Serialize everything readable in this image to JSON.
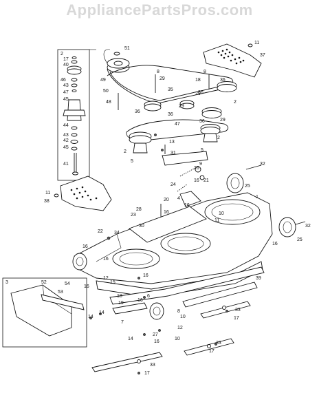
{
  "watermark": "AppliancePartsPros.com",
  "callouts": [
    {
      "id": "c51",
      "text": "51"
    },
    {
      "id": "c11a",
      "text": "11"
    },
    {
      "id": "c37",
      "text": "37"
    },
    {
      "id": "c2a",
      "text": "2"
    },
    {
      "id": "c17a",
      "text": "17"
    },
    {
      "id": "c40",
      "text": "40"
    },
    {
      "id": "c46",
      "text": "46"
    },
    {
      "id": "c43a",
      "text": "43"
    },
    {
      "id": "c47a",
      "text": "47"
    },
    {
      "id": "c45a",
      "text": "45"
    },
    {
      "id": "c49",
      "text": "49"
    },
    {
      "id": "c8a",
      "text": "8"
    },
    {
      "id": "c29a",
      "text": "29"
    },
    {
      "id": "c8b",
      "text": "8"
    },
    {
      "id": "c29b",
      "text": "29"
    },
    {
      "id": "c18",
      "text": "18"
    },
    {
      "id": "c35",
      "text": "35"
    },
    {
      "id": "c50",
      "text": "50"
    },
    {
      "id": "c48",
      "text": "48"
    },
    {
      "id": "c36a",
      "text": "36"
    },
    {
      "id": "c29c",
      "text": "29"
    },
    {
      "id": "c36b",
      "text": "36"
    },
    {
      "id": "c36c",
      "text": "36"
    },
    {
      "id": "c36d",
      "text": "36"
    },
    {
      "id": "c2b",
      "text": "2"
    },
    {
      "id": "c29d",
      "text": "29"
    },
    {
      "id": "c47b",
      "text": "47"
    },
    {
      "id": "c36e",
      "text": "36"
    },
    {
      "id": "c44",
      "text": "44"
    },
    {
      "id": "c43b",
      "text": "43"
    },
    {
      "id": "c42",
      "text": "42"
    },
    {
      "id": "c45b",
      "text": "45"
    },
    {
      "id": "c41",
      "text": "41"
    },
    {
      "id": "c2c",
      "text": "2"
    },
    {
      "id": "c13",
      "text": "13"
    },
    {
      "id": "c31",
      "text": "31"
    },
    {
      "id": "c5",
      "text": "5"
    },
    {
      "id": "c2d",
      "text": "2"
    },
    {
      "id": "c9",
      "text": "9"
    },
    {
      "id": "c26",
      "text": "26"
    },
    {
      "id": "c16a",
      "text": "16"
    },
    {
      "id": "c21",
      "text": "21"
    },
    {
      "id": "c24",
      "text": "24"
    },
    {
      "id": "c11b",
      "text": "11"
    },
    {
      "id": "c38",
      "text": "38"
    },
    {
      "id": "c32a",
      "text": "32"
    },
    {
      "id": "c25a",
      "text": "25"
    },
    {
      "id": "c1",
      "text": "1"
    },
    {
      "id": "c20",
      "text": "20"
    },
    {
      "id": "c4",
      "text": "4"
    },
    {
      "id": "c16b",
      "text": "16"
    },
    {
      "id": "c16c",
      "text": "16"
    },
    {
      "id": "c23",
      "text": "23"
    },
    {
      "id": "c28",
      "text": "28"
    },
    {
      "id": "c30",
      "text": "30"
    },
    {
      "id": "c10a",
      "text": "10"
    },
    {
      "id": "c11c",
      "text": "11"
    },
    {
      "id": "c22",
      "text": "22"
    },
    {
      "id": "c34",
      "text": "34"
    },
    {
      "id": "c16d",
      "text": "16"
    },
    {
      "id": "c16e",
      "text": "16"
    },
    {
      "id": "c32b",
      "text": "32"
    },
    {
      "id": "c25b",
      "text": "25"
    },
    {
      "id": "c16f",
      "text": "16"
    },
    {
      "id": "c39",
      "text": "39"
    },
    {
      "id": "c3",
      "text": "3"
    },
    {
      "id": "c52",
      "text": "52"
    },
    {
      "id": "c54",
      "text": "54"
    },
    {
      "id": "c16g",
      "text": "16"
    },
    {
      "id": "c53",
      "text": "53"
    },
    {
      "id": "c12a",
      "text": "12"
    },
    {
      "id": "c15",
      "text": "15"
    },
    {
      "id": "c16h",
      "text": "16"
    },
    {
      "id": "c18b",
      "text": "18"
    },
    {
      "id": "c19",
      "text": "19"
    },
    {
      "id": "c6",
      "text": "6"
    },
    {
      "id": "c16i",
      "text": "16"
    },
    {
      "id": "c14a",
      "text": "14"
    },
    {
      "id": "c14b",
      "text": "14"
    },
    {
      "id": "c7",
      "text": "7"
    },
    {
      "id": "c8c",
      "text": "8"
    },
    {
      "id": "c10b",
      "text": "10"
    },
    {
      "id": "c33a",
      "text": "33"
    },
    {
      "id": "c17b",
      "text": "17"
    },
    {
      "id": "c12b",
      "text": "12"
    },
    {
      "id": "c14c",
      "text": "14"
    },
    {
      "id": "c27",
      "text": "27"
    },
    {
      "id": "c16j",
      "text": "16"
    },
    {
      "id": "c10c",
      "text": "10"
    },
    {
      "id": "c33b",
      "text": "33"
    },
    {
      "id": "c17c",
      "text": "17"
    },
    {
      "id": "c33c",
      "text": "33"
    },
    {
      "id": "c17d",
      "text": "17"
    },
    {
      "id": "c5b",
      "text": "5"
    }
  ]
}
